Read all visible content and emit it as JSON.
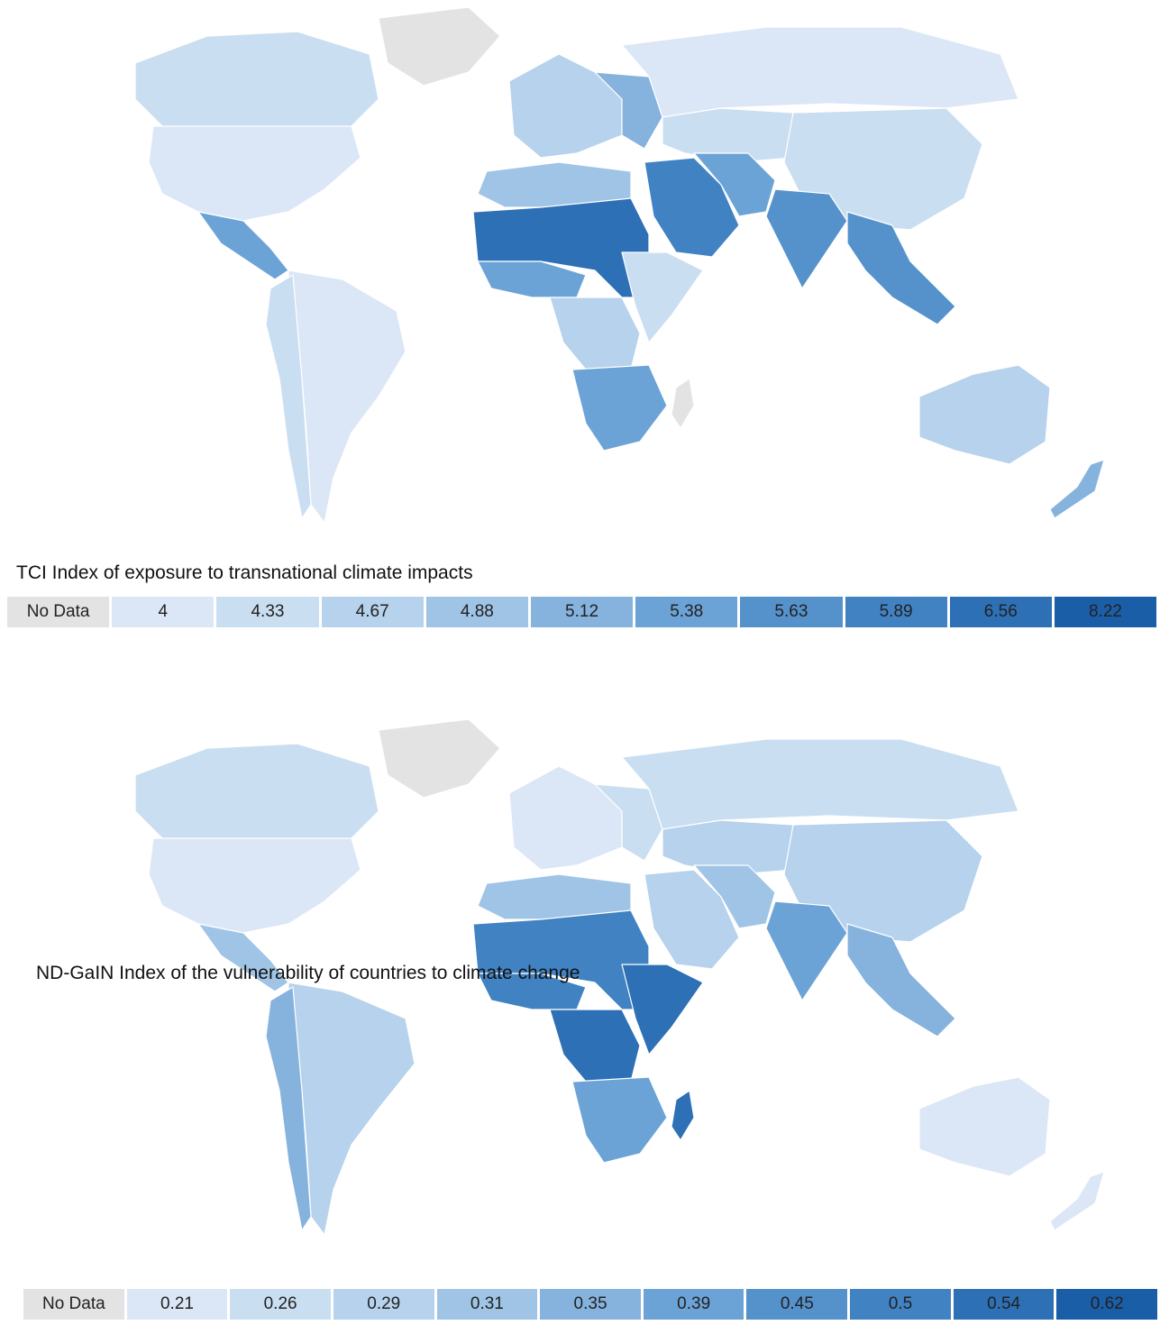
{
  "maps": [
    {
      "title": "TCI Index of exposure to transnational climate impacts",
      "legend": [
        "No Data",
        "4",
        "4.33",
        "4.67",
        "4.88",
        "5.12",
        "5.38",
        "5.63",
        "5.89",
        "6.56",
        "8.22"
      ],
      "colors": [
        "#e3e3e3",
        "#dbe7f6",
        "#cadef1",
        "#b6d2ec",
        "#9fc4e6",
        "#85b3de",
        "#6ca3d6",
        "#5592cc",
        "#4182c3",
        "#2d70b6",
        "#1b5ea8"
      ],
      "regions": {
        "north-america": 1,
        "canada": 2,
        "greenland": 0,
        "central-america": 6,
        "south-america": 1,
        "andes": 2,
        "europe": 3,
        "eastern-europe": 5,
        "russia": 1,
        "central-asia": 2,
        "china": 2,
        "middle-east": 8,
        "iran": 6,
        "india": 7,
        "se-asia": 7,
        "north-africa": 4,
        "sahel": 9,
        "west-africa": 6,
        "central-africa": 3,
        "east-africa": 2,
        "southern-africa": 6,
        "madagascar": 0,
        "australia": 3,
        "new-zealand": 5
      }
    },
    {
      "title": "ND-GaIN Index of the vulnerability of countries to climate change",
      "legend": [
        "No Data",
        "0.21",
        "0.26",
        "0.29",
        "0.31",
        "0.35",
        "0.39",
        "0.45",
        "0.5",
        "0.54",
        "0.62"
      ],
      "colors": [
        "#e3e3e3",
        "#dbe7f6",
        "#cadef1",
        "#b6d2ec",
        "#9fc4e6",
        "#85b3de",
        "#6ca3d6",
        "#5592cc",
        "#4182c3",
        "#2d70b6",
        "#1b5ea8"
      ],
      "regions": {
        "north-america": 1,
        "canada": 2,
        "greenland": 0,
        "central-america": 4,
        "south-america": 3,
        "andes": 5,
        "europe": 1,
        "eastern-europe": 2,
        "russia": 2,
        "central-asia": 3,
        "china": 3,
        "middle-east": 3,
        "iran": 4,
        "india": 6,
        "se-asia": 5,
        "north-africa": 4,
        "sahel": 8,
        "west-africa": 8,
        "central-africa": 9,
        "east-africa": 9,
        "southern-africa": 6,
        "madagascar": 9,
        "australia": 1,
        "new-zealand": 1
      }
    }
  ]
}
